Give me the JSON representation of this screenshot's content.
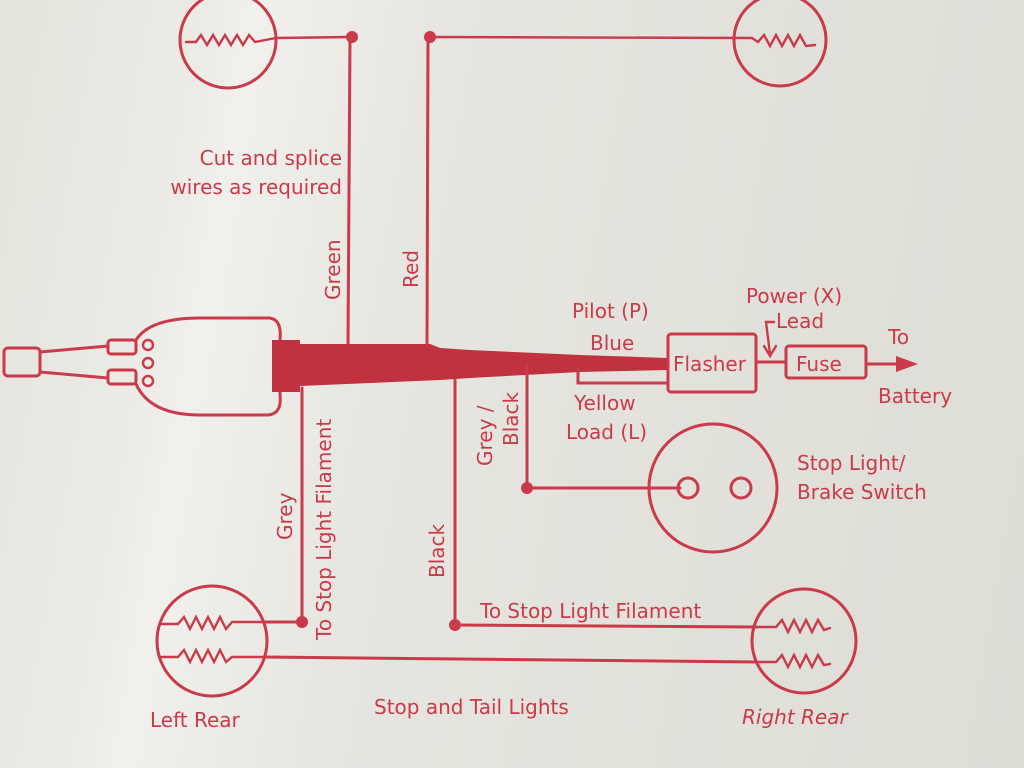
{
  "diagram": {
    "title": "Turn signal wiring diagram",
    "accent_color": "#c93a4a",
    "paper_color": "#e8e7e1",
    "labels": {
      "cut_splice_line1": "Cut and splice",
      "cut_splice_line2": "wires as required",
      "green": "Green",
      "red": "Red",
      "pilot": "Pilot (P)",
      "blue": "Blue",
      "flasher": "Flasher",
      "power": "Power (X)",
      "lead": "Lead",
      "fuse": "Fuse",
      "to": "To",
      "battery": "Battery",
      "yellow": "Yellow",
      "load": "Load (L)",
      "grey_black_1": "Grey /",
      "grey_black_2": "Black",
      "stop_switch_1": "Stop Light/",
      "stop_switch_2": "Brake Switch",
      "grey": "Grey",
      "to_stop_vertical": "To Stop Light Filament",
      "black": "Black",
      "to_stop_horizontal": "To Stop Light Filament",
      "stop_tail": "Stop and Tail Lights",
      "left_rear": "Left Rear",
      "right_rear": "Right Rear"
    }
  }
}
